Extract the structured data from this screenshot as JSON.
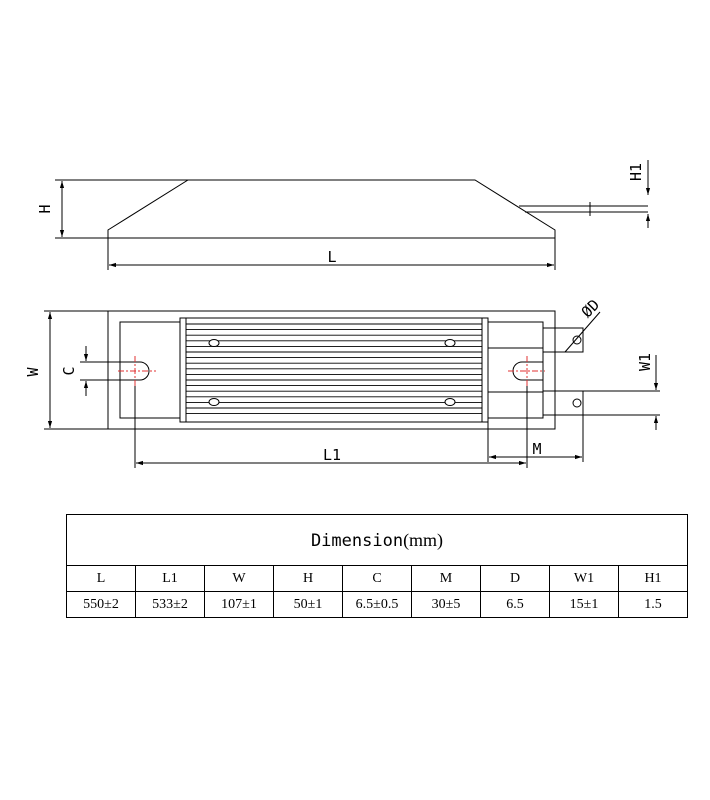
{
  "side_view": {
    "labels": {
      "height": "H",
      "length": "L",
      "lead_height": "H1"
    }
  },
  "top_view": {
    "labels": {
      "width": "W",
      "slot": "C",
      "hole_distance": "L1",
      "terminal_length": "M",
      "hole_diameter": "ØD",
      "terminal_width": "W1"
    }
  },
  "dimension_table": {
    "title": "Dimension",
    "unit": "(mm)",
    "headers": [
      "L",
      "L1",
      "W",
      "H",
      "C",
      "M",
      "D",
      "W1",
      "H1"
    ],
    "values": [
      "550±2",
      "533±2",
      "107±1",
      "50±1",
      "6.5±0.5",
      "30±5",
      "6.5",
      "15±1",
      "1.5"
    ]
  },
  "colors": {
    "line": "#000000",
    "centerline": "#e03030",
    "background": "#ffffff"
  }
}
